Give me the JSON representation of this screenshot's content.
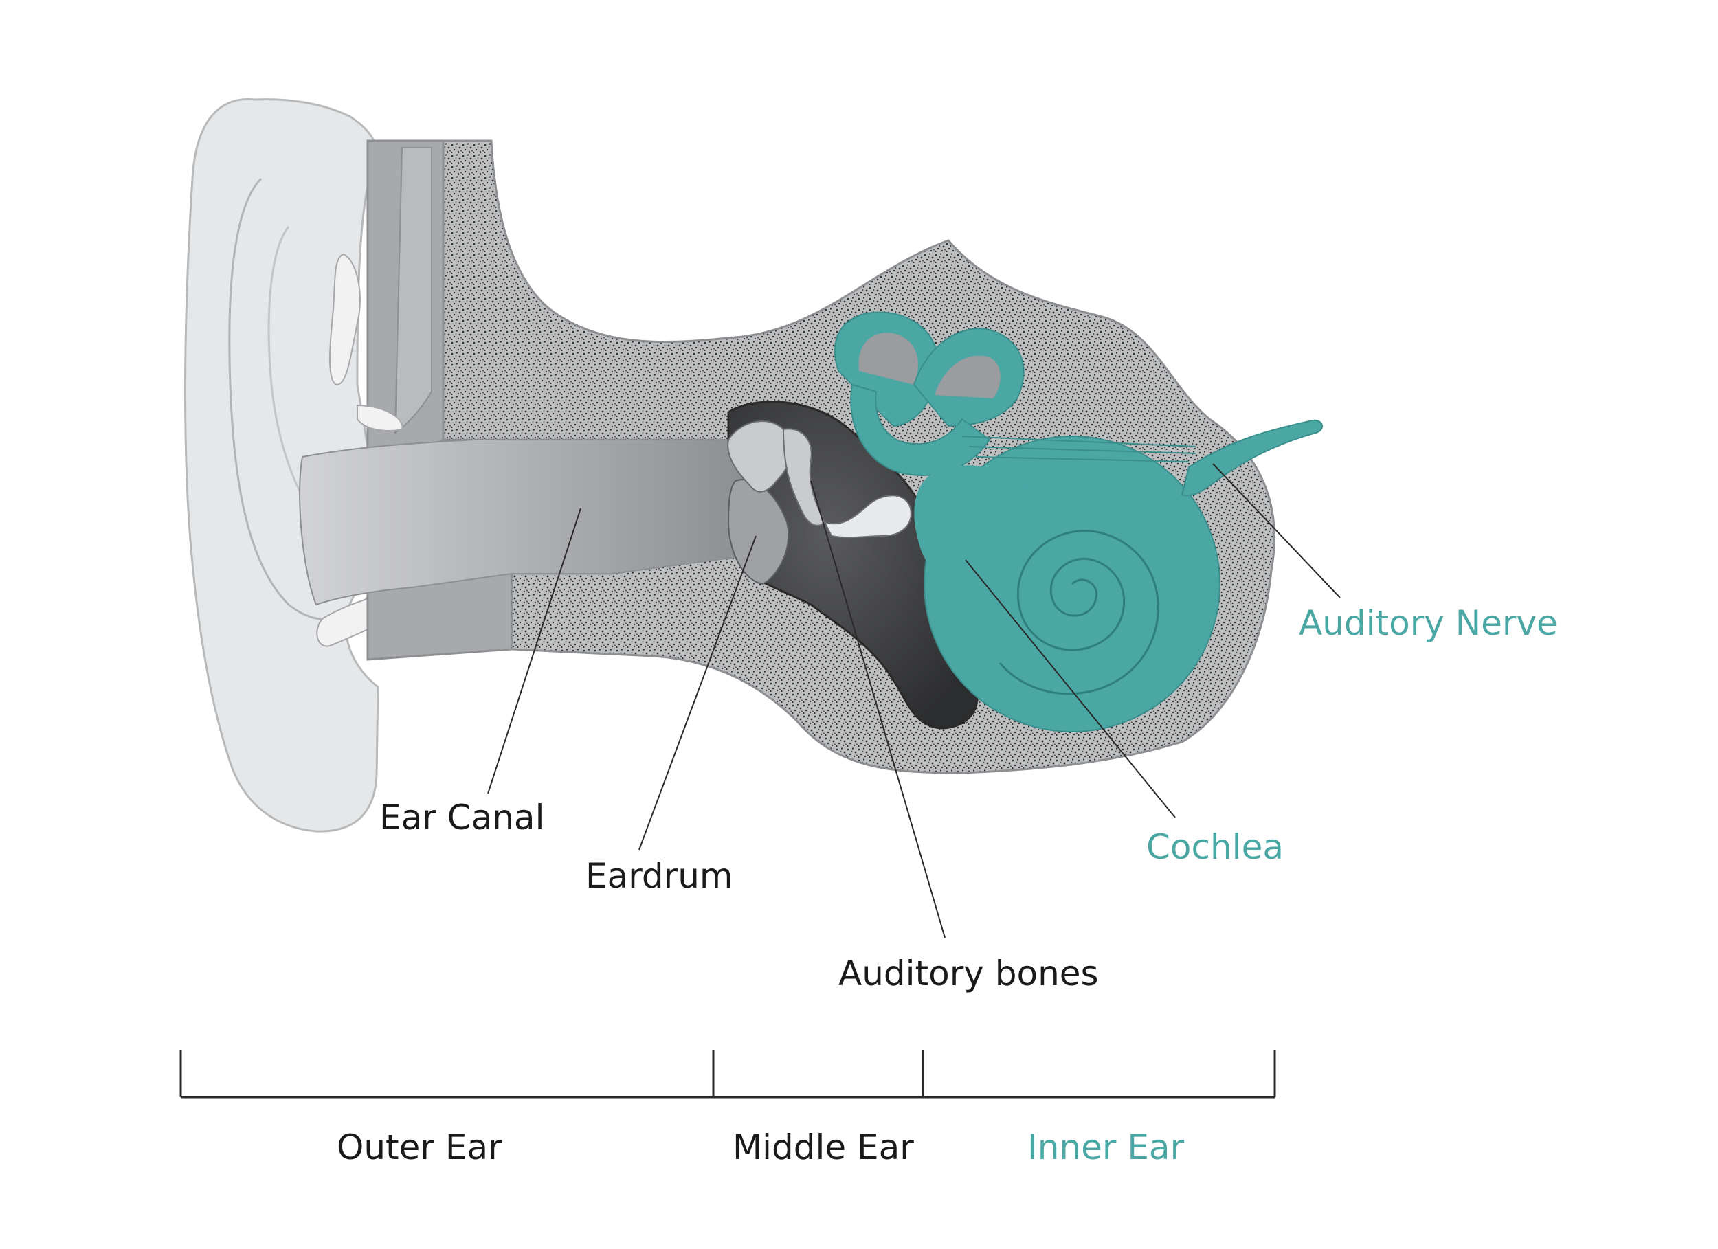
{
  "labels": {
    "ear_canal": "Ear Canal",
    "eardrum": "Eardrum",
    "auditory_bones": "Auditory bones",
    "cochlea": "Cochlea",
    "auditory_nerve": "Auditory Nerve"
  },
  "sections": {
    "outer_ear": "Outer Ear",
    "middle_ear": "Middle Ear",
    "inner_ear": "Inner Ear"
  },
  "colors": {
    "inner_ear_teal": "#4aa7a4",
    "label_dark": "#1a1a1a",
    "outer_ear_gray": "#e2e3e4",
    "bone_gray": "#bdbfc1",
    "middle_cavity": "#3a3b3d"
  }
}
